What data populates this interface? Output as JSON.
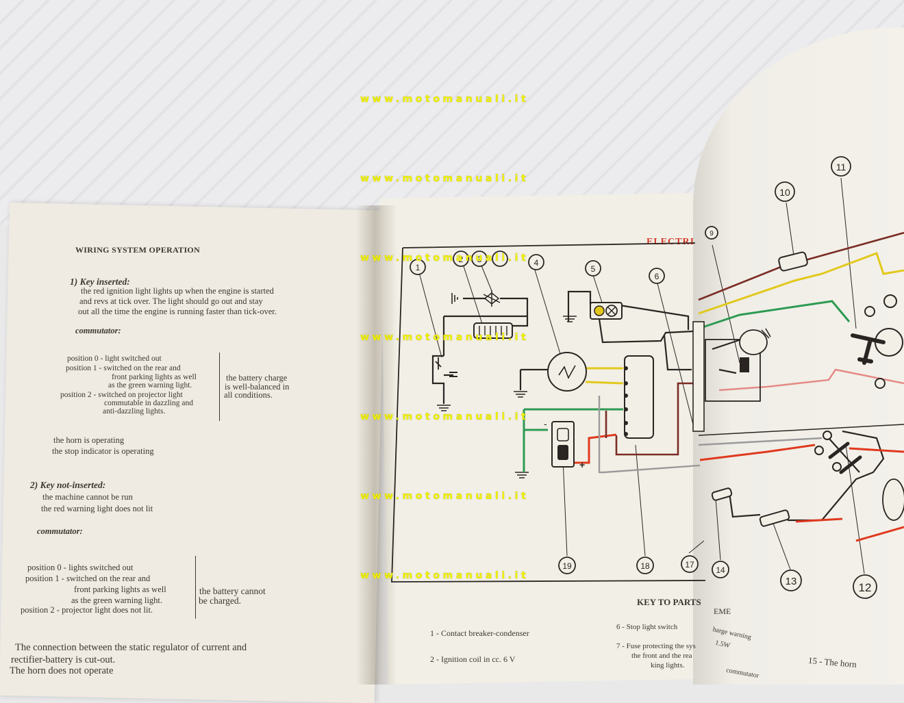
{
  "watermark": "www.motomanuali.it",
  "left_page": {
    "heading": "WIRING SYSTEM OPERATION",
    "section1": {
      "title": "1) Key inserted:",
      "lines": [
        "the red ignition light lights up when the engine is started",
        "and revs at tick over. The light should go out and stay",
        "out all the time the engine is running faster than tick-over."
      ],
      "commutator_label": "commutator:",
      "positions": [
        "position 0 - light switched out",
        "position 1 - switched on the rear and",
        "front parking lights as well",
        "as the green warning light.",
        "position 2 - switched on projector light",
        "commutable in dazzling and",
        "anti-dazzling lights."
      ],
      "note": [
        "the battery charge",
        "is well-balanced in",
        "all conditions."
      ],
      "after": [
        "the horn is operating",
        "the stop indicator is operating"
      ]
    },
    "section2": {
      "title": "2) Key not-inserted:",
      "lines": [
        "the machine cannot be run",
        "the red warning light does not lit"
      ],
      "commutator_label": "commutator:",
      "positions": [
        "position 0 - lights switched out",
        "position 1 - switched on the rear and",
        "front parking lights as well",
        "as the green warning light.",
        "position 2 - projector light does not lit."
      ],
      "note": [
        "the battery cannot",
        "be charged."
      ]
    },
    "footer": [
      "The connection between the static regulator of current and",
      "rectifier-battery is cut-out.",
      "The horn does not operate"
    ]
  },
  "right_page": {
    "title": "ELECTRI",
    "key_heading": "KEY TO PARTS",
    "scheme_fragment": "EME",
    "keys": [
      "1 - Contact breaker-condenser",
      "2 - Ignition coil in cc. 6 V",
      "6 - Stop light switch",
      "7 - Fuse protecting the sys",
      "the front and the rea",
      "king lights.",
      "15 - The horn"
    ],
    "curl_fragments": [
      "harge warning",
      "1.5W",
      "commutator"
    ]
  },
  "diagram": {
    "components": [
      "1",
      "2",
      "3",
      "4",
      "5",
      "6",
      "9",
      "10",
      "11",
      "12",
      "13",
      "14",
      "17",
      "18",
      "19"
    ],
    "signs": [
      "-",
      "+"
    ],
    "wire_colors": {
      "black": "#2a2522",
      "red": "#e0391f",
      "yellow": "#e2c81c",
      "green": "#2d9a52",
      "brown": "#7a2c24",
      "pink": "#e58a86",
      "grey": "#9a9a9a"
    }
  }
}
